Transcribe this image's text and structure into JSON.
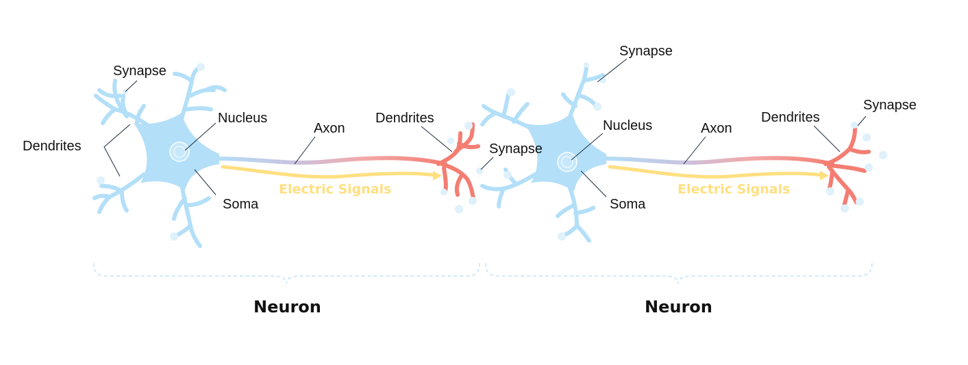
{
  "colors": {
    "neuron_body": "#b3dff8",
    "axon_terminal": "#f47d72",
    "signal": "#ffdf80",
    "synapse_dot": "#dff1fb",
    "bracket": "#bfe3f5",
    "text": "#111111"
  },
  "neurons": [
    {
      "title": "Neuron",
      "labels": {
        "synapse_input": "Synapse",
        "dendrites_input": "Dendrites",
        "nucleus": "Nucleus",
        "soma": "Soma",
        "axon": "Axon",
        "dendrites_terminal": "Dendrites",
        "signal": "Electric Signals"
      }
    },
    {
      "title": "Neuron",
      "labels": {
        "synapse_input": "Synapse",
        "synapse_junction": "Synapse",
        "nucleus": "Nucleus",
        "soma": "Soma",
        "axon": "Axon",
        "dendrites_terminal": "Dendrites",
        "synapse_terminal": "Synapse",
        "signal": "Electric Signals"
      }
    }
  ]
}
